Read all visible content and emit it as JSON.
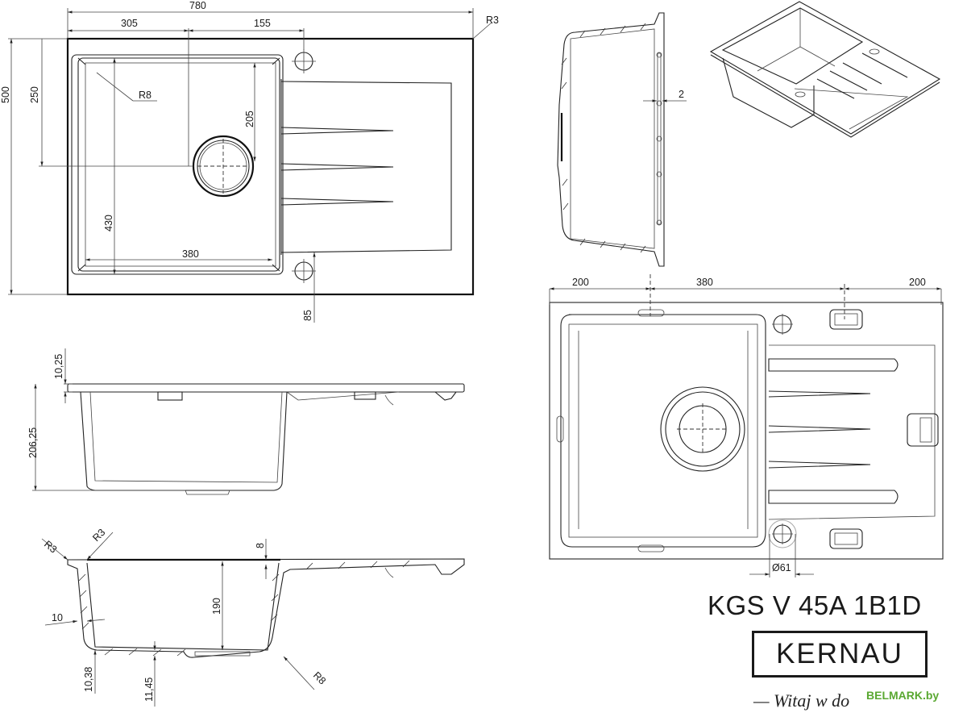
{
  "product": {
    "model": "KGS V 45A 1B1D",
    "brand": "KERNAU",
    "tagline": "— Witaj w do",
    "watermark": "BELMARK.by"
  },
  "top_view": {
    "overall_width": "780",
    "bowl_center_offset": "305",
    "tap_hole_offset": "155",
    "corner_radius_outer": "R3",
    "overall_depth": "500",
    "drain_center_depth": "250",
    "bowl_corner_radius": "R8",
    "drain_to_bowl_top": "205",
    "bowl_inner_depth": "430",
    "bowl_inner_width": "380",
    "overflow_hole_offset": "85"
  },
  "side_view": {
    "deck_thickness": "10,25",
    "total_height": "206,25"
  },
  "cross_section": {
    "edge_radius_left": "R3",
    "edge_radius_inner": "R3",
    "rim_step": "8",
    "bowl_depth": "190",
    "wall_thickness": "10",
    "bottom_thickness_left": "10,38",
    "bottom_thickness_center": "11,45",
    "bottom_radius": "R8"
  },
  "end_section": {
    "clip_gap": "2"
  },
  "bottom_view": {
    "left_offset": "200",
    "middle_span": "380",
    "right_offset": "200",
    "tap_hole_diameter": "Ø61"
  },
  "icons": {
    "tap_hole": "circle-crosshair",
    "drain": "double-circle-crosshair",
    "mounting_clip": "rounded-rect-clip"
  }
}
